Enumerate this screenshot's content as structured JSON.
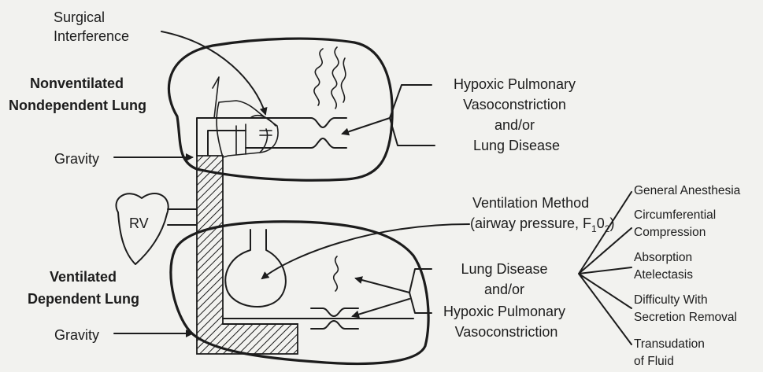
{
  "labels": {
    "surgical": [
      "Surgical",
      "Interference"
    ],
    "nonventilated": [
      "Nonventilated",
      "Nondependent Lung"
    ],
    "gravity_top": "Gravity",
    "hpv_top": [
      "Hypoxic Pulmonary",
      "Vasoconstriction",
      "and/or",
      "Lung Disease"
    ],
    "rv": "RV",
    "ventilation_method": "Ventilation Method",
    "airway_pressure": "(airway pressure, F",
    "fio2_sub1": "1",
    "fio2_o": "0",
    "fio2_sub2": "2",
    "fio2_close": ")",
    "ventilated": [
      "Ventilated",
      "Dependent Lung"
    ],
    "gravity_bottom": "Gravity",
    "lung_disease_bottom": [
      "Lung Disease",
      "and/or",
      "Hypoxic Pulmonary",
      "Vasoconstriction"
    ],
    "causes": [
      [
        "General Anesthesia"
      ],
      [
        "Circumferential",
        "Compression"
      ],
      [
        "Absorption",
        "Atelectasis"
      ],
      [
        "Difficulty With",
        "Secretion Removal"
      ],
      [
        "Transudation",
        "of Fluid"
      ]
    ]
  },
  "colors": {
    "ink": "#1c1c1c",
    "background": "#f2f2ef"
  },
  "icons": [
    "heart-icon",
    "hand-icon",
    "alveolus-icon"
  ]
}
